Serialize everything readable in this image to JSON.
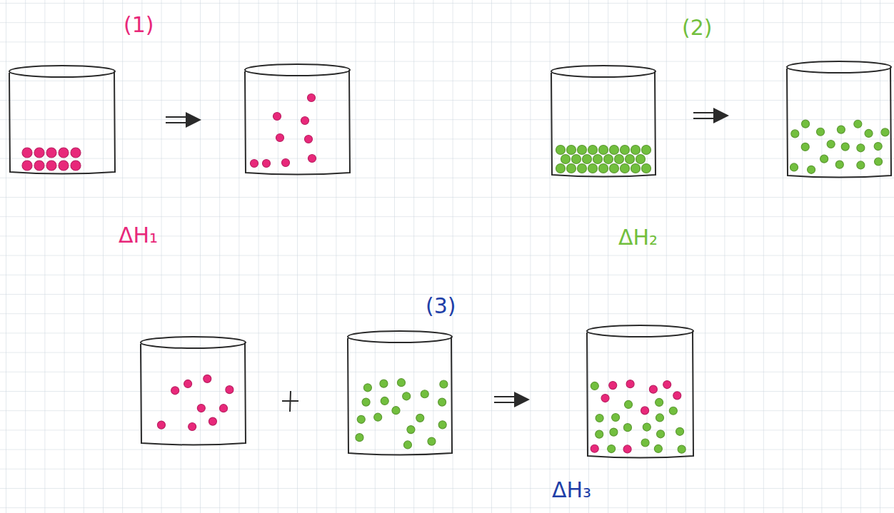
{
  "diagram": {
    "labels": [
      "(1)",
      "ΔH₁",
      "(2)",
      "ΔH₂",
      "(3)",
      "ΔH₃"
    ]
  }
}
